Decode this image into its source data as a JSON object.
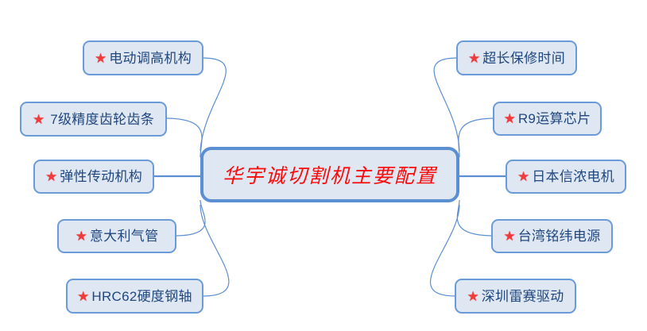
{
  "diagram": {
    "type": "mind-map",
    "title": "华宇诚切割机主要配置",
    "center": {
      "label": "华宇诚切割机主要配置",
      "text_color": "#fb0a0a",
      "fill_color": "#dfe7f2",
      "border_color": "#5a8fd2"
    },
    "style": {
      "node_fill": "#dfe7f2",
      "node_border": "#6a9bd8",
      "node_text": "#20477e",
      "star_color": "#ef3b3b",
      "connector_color": "#5a8fd2",
      "background": "#ffffff"
    },
    "bullet_icon": "star-icon",
    "bullet_glyph": "★",
    "left_branches": [
      {
        "label": "电动调高机构"
      },
      {
        "label": "7级精度齿轮齿条"
      },
      {
        "label": "弹性传动机构"
      },
      {
        "label": "意大利气管"
      },
      {
        "label": "HRC62硬度钢轴"
      }
    ],
    "right_branches": [
      {
        "label": "超长保修时间"
      },
      {
        "label": "R9运算芯片"
      },
      {
        "label": "日本信浓电机"
      },
      {
        "label": "台湾铭纬电源"
      },
      {
        "label": "深圳雷赛驱动"
      }
    ]
  }
}
